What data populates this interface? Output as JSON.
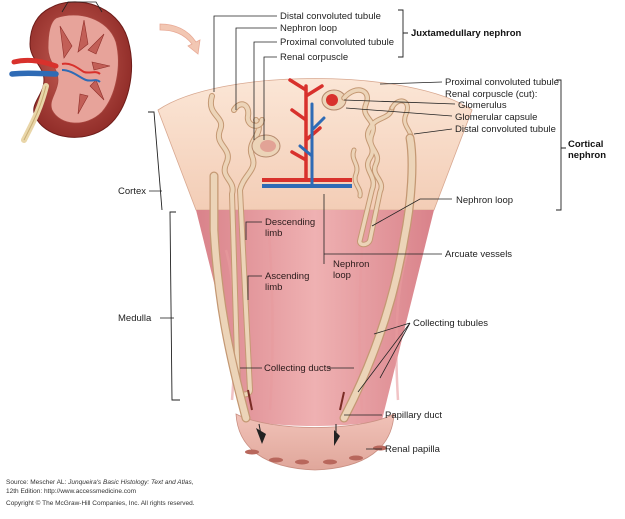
{
  "labels": {
    "distal_convoluted_tubule_top": "Distal convoluted tubule",
    "nephron_loop_top": "Nephron loop",
    "proximal_convoluted_tubule_top": "Proximal convoluted tubule",
    "renal_corpuscle_top": "Renal corpuscle",
    "juxtamedullary_nephron": "Juxtamedullary nephron",
    "proximal_convoluted_tubule_right": "Proximal convoluted tubule",
    "renal_corpuscle_cut": "Renal corpuscle (cut):",
    "glomerulus": "Glomerulus",
    "glomerular_capsule": "Glomerular capsule",
    "distal_convoluted_tubule_right": "Distal convoluted tubule",
    "cortical_nephron_line1": "Cortical",
    "cortical_nephron_line2": "nephron",
    "cortex": "Cortex",
    "nephron_loop_right": "Nephron loop",
    "descending_limb_line1": "Descending",
    "descending_limb_line2": "limb",
    "ascending_limb_line1": "Ascending",
    "ascending_limb_line2": "limb",
    "nephron_loop_center_line1": "Nephron",
    "nephron_loop_center_line2": "loop",
    "arcuate_vessels": "Arcuate vessels",
    "medulla": "Medulla",
    "collecting_tubules": "Collecting tubules",
    "collecting_ducts": "Collecting ducts",
    "papillary_duct": "Papillary duct",
    "renal_papilla": "Renal papilla"
  },
  "source": {
    "prefix": "Source: Mescher AL: ",
    "book": "Junqueira's Basic Histology: Text and Atlas",
    "suffix": ",",
    "edition": "12th Edition: http://www.accessmedicine.com",
    "copyright": "Copyright © The McGraw-Hill Companies, Inc. All rights reserved."
  },
  "colors": {
    "cortex": "#f6d9c6",
    "medulla": "#e9a0a3",
    "tubule": "#ecd4b8",
    "artery": "#d8312c",
    "vein": "#2f6bb5",
    "arrow": "#f2c7b3"
  }
}
